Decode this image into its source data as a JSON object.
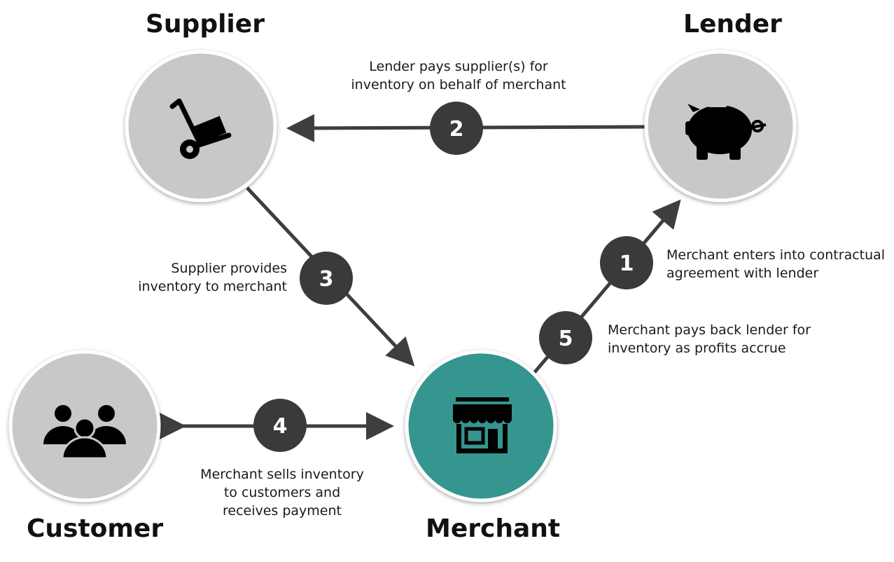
{
  "nodes": {
    "supplier": {
      "title": "Supplier",
      "icon": "hand-truck-icon"
    },
    "lender": {
      "title": "Lender",
      "icon": "piggy-bank-icon"
    },
    "customer": {
      "title": "Customer",
      "icon": "users-group-icon"
    },
    "merchant": {
      "title": "Merchant",
      "icon": "storefront-icon"
    }
  },
  "steps": {
    "s1": {
      "number": "1",
      "text": [
        "Merchant enters into contractual",
        "agreement with lender"
      ]
    },
    "s2": {
      "number": "2",
      "text": [
        "Lender pays supplier(s) for",
        "inventory on behalf of merchant"
      ]
    },
    "s3": {
      "number": "3",
      "text": [
        "Supplier provides",
        "inventory to merchant"
      ]
    },
    "s4": {
      "number": "4",
      "text": [
        "Merchant sells inventory",
        "to customers and",
        "receives payment"
      ]
    },
    "s5": {
      "number": "5",
      "text": [
        "Merchant pays back lender for",
        "inventory as profits accrue"
      ]
    }
  },
  "colors": {
    "node_fill": "#c8c8c8",
    "merchant_fill": "#369690",
    "step_badge": "#3a3a3a",
    "connector": "#3e3e3e",
    "icon": "#000000"
  }
}
